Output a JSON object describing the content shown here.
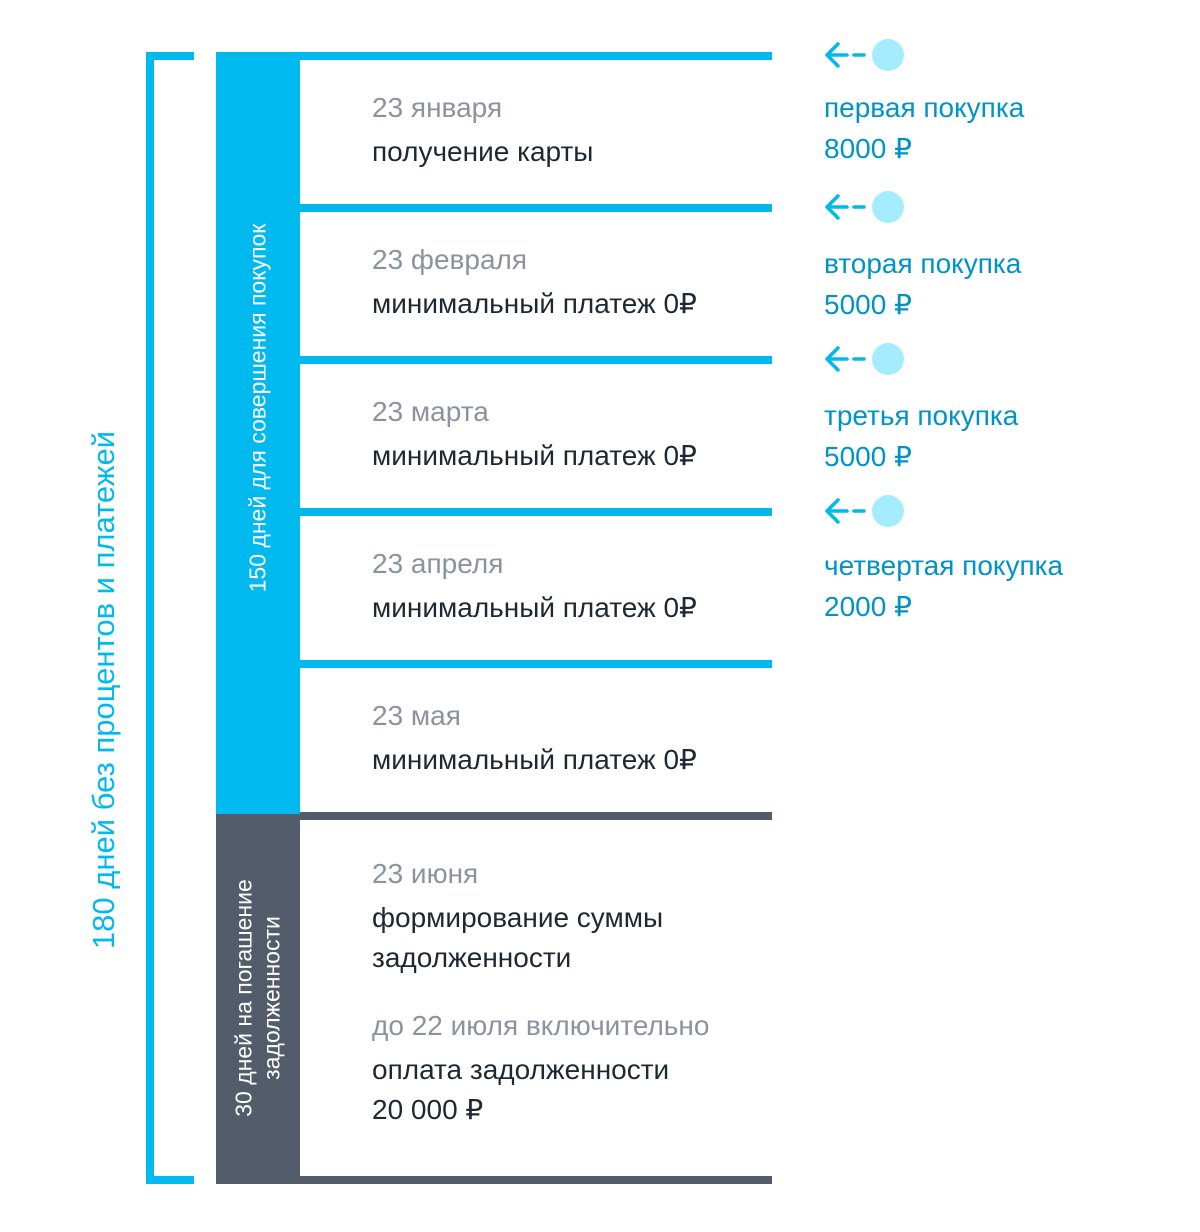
{
  "total_period": "180 дней без процентов и платежей",
  "purchase_period": "150 дней для совершения покупок",
  "repay_period": [
    "30 дней на погашение",
    "задолженности"
  ],
  "rows": [
    {
      "date": "23 января",
      "desc": "получение карты"
    },
    {
      "date": "23 февраля",
      "desc": "минимальный платеж 0₽"
    },
    {
      "date": "23 марта",
      "desc": "минимальный платеж 0₽"
    },
    {
      "date": "23 апреля",
      "desc": "минимальный платеж 0₽"
    },
    {
      "date": "23 мая",
      "desc": "минимальный платеж 0₽"
    }
  ],
  "final": {
    "date1": "23 июня",
    "desc1": [
      "формирование суммы",
      "задолженности"
    ],
    "date2": "до 22 июля включительно",
    "desc2": [
      "оплата задолженности",
      "20 000 ₽"
    ]
  },
  "purchases": [
    {
      "name": "первая покупка",
      "amount": "8000 ₽"
    },
    {
      "name": "вторая покупка",
      "amount": "5000 ₽"
    },
    {
      "name": "третья покупка",
      "amount": "5000 ₽"
    },
    {
      "name": "четвертая покупка",
      "amount": "2000 ₽"
    }
  ],
  "colors": {
    "accent": "#00b9ef",
    "dark": "#525c6b",
    "purchase_text": "#0094c6",
    "dot": "#a6ecff"
  },
  "icons": [
    "arrow-left-icon",
    "dot-icon"
  ]
}
